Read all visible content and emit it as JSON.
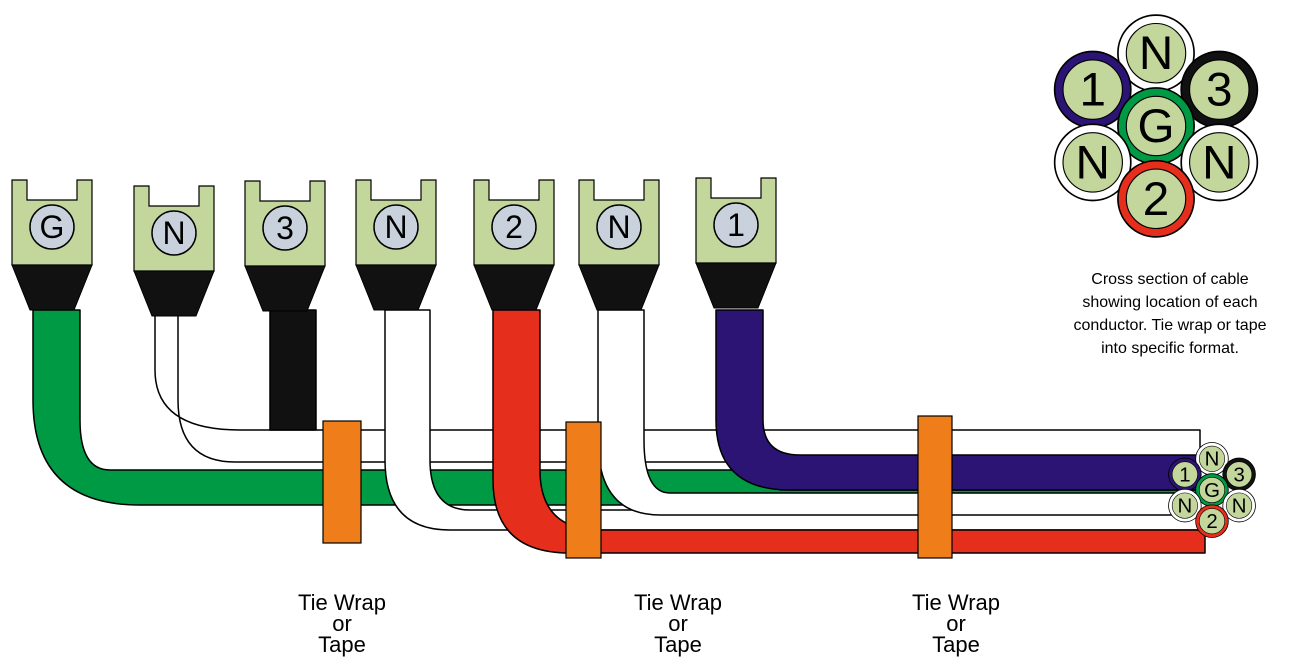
{
  "terminals": [
    {
      "label": "G",
      "color": "#ffffff"
    },
    {
      "label": "N",
      "color": "#ffffff"
    },
    {
      "label": "3",
      "color": "#ffffff"
    },
    {
      "label": "N",
      "color": "#ffffff"
    },
    {
      "label": "2",
      "color": "#ffffff"
    },
    {
      "label": "N",
      "color": "#ffffff"
    },
    {
      "label": "1",
      "color": "#ffffff"
    }
  ],
  "colors": {
    "green": "#009a44",
    "white": "#ffffff",
    "black": "#111111",
    "red": "#e62e1c",
    "blue": "#2b1474",
    "lug": "#c3d69b",
    "terminal_circle": "#c9d2dc",
    "tie": "#ee7d1a",
    "conductor_fill": "#c3d69b"
  },
  "cross_section": {
    "conductors": [
      {
        "label": "N",
        "ring": "white"
      },
      {
        "label": "1",
        "ring": "blue"
      },
      {
        "label": "3",
        "ring": "black"
      },
      {
        "label": "G",
        "ring": "green"
      },
      {
        "label": "N",
        "ring": "white"
      },
      {
        "label": "N",
        "ring": "white"
      },
      {
        "label": "2",
        "ring": "red"
      }
    ],
    "caption_lines": [
      "Cross section of cable",
      "showing location of each",
      "conductor.  Tie wrap or tape",
      "into specific format."
    ]
  },
  "tie_wraps": [
    {
      "line1": "Tie Wrap",
      "line2": "or",
      "line3": "Tape"
    },
    {
      "line1": "Tie Wrap",
      "line2": "or",
      "line3": "Tape"
    },
    {
      "line1": "Tie Wrap",
      "line2": "or",
      "line3": "Tape"
    }
  ]
}
